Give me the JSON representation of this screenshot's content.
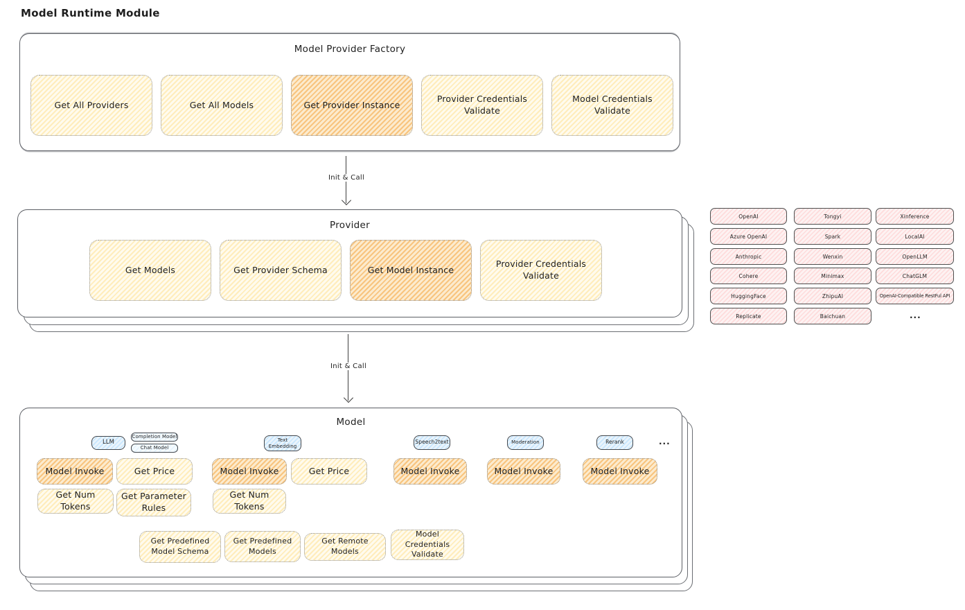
{
  "page": {
    "title": "Model Runtime Module"
  },
  "factory": {
    "title": "Model Provider Factory",
    "boxes": [
      {
        "label": "Get All Providers",
        "highlight": false
      },
      {
        "label": "Get All Models",
        "highlight": false
      },
      {
        "label": "Get Provider Instance",
        "highlight": true
      },
      {
        "label": "Provider Credentials Validate",
        "highlight": false
      },
      {
        "label": "Model Credentials Validate",
        "highlight": false
      }
    ]
  },
  "arrows": {
    "factory_to_provider": "Init & Call",
    "provider_to_model": "Init & Call"
  },
  "provider": {
    "title": "Provider",
    "boxes": [
      {
        "label": "Get Models",
        "highlight": false
      },
      {
        "label": "Get Provider Schema",
        "highlight": false
      },
      {
        "label": "Get Model Instance",
        "highlight": true
      },
      {
        "label": "Provider Credentials Validate",
        "highlight": false
      }
    ]
  },
  "providers_list": {
    "items": [
      "OpenAI",
      "Tongyi",
      "Xinference",
      "Azure OpenAI",
      "Spark",
      "LocalAI",
      "Anthropic",
      "Wenxin",
      "OpenLLM",
      "Cohere",
      "Minimax",
      "ChatGLM",
      "HuggingFace",
      "ZhipuAI",
      "OpenAI-Compatible RestFul API",
      "Replicate",
      "Baichuan"
    ],
    "ellipsis": "..."
  },
  "model": {
    "title": "Model",
    "tags": {
      "llm": "LLM",
      "completion_model": "Completion Model",
      "chat_model": "Chat Model",
      "text_embedding": "Text Embedding",
      "speech2text": "Speech2text",
      "moderation": "Moderation",
      "rerank": "Rerank",
      "ellipsis": "..."
    },
    "ops": {
      "model_invoke": "Model Invoke",
      "get_price": "Get Price",
      "get_num_tokens": "Get Num Tokens",
      "get_parameter_rules": "Get Parameter Rules"
    },
    "bottom_ops": [
      {
        "label": "Get Predefined Model Schema"
      },
      {
        "label": "Get Predefined Models"
      },
      {
        "label": "Get Remote Models"
      },
      {
        "label": "Model Credentials Validate"
      }
    ]
  },
  "colors": {
    "stroke": "#1e1e1e",
    "container_stroke": "#5b5e64",
    "yellow_hatch": "#ffe294",
    "orange_hatch": "#f6ad4e",
    "pink_hatch": "#ffc4c4",
    "blue_hatch": "#a5d8ff"
  }
}
